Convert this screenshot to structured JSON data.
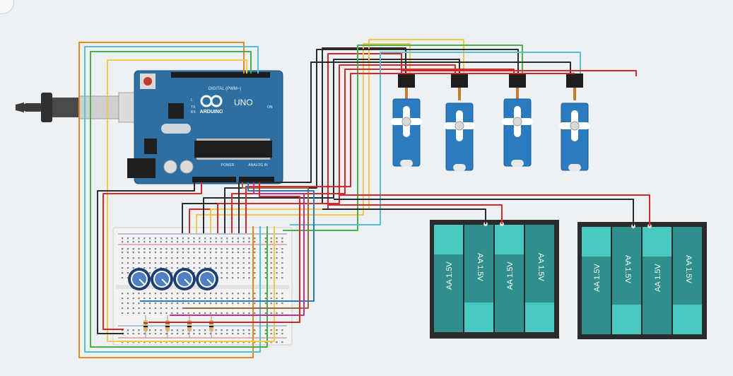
{
  "arduino": {
    "brand": "ARDUINO",
    "model": "UNO",
    "header_digital": "DIGITAL (PWM~)",
    "header_power": "POWER",
    "header_analog": "ANALOG IN",
    "label_on": "ON",
    "label_tx": "TX",
    "label_rx": "RX",
    "label_l": "L"
  },
  "batteries": {
    "cell_label": "AA 1.5V",
    "packs": [
      {
        "cells": [
          "AA 1.5V",
          "AA 1.5V",
          "AA 1.5V",
          "AA 1.5V"
        ]
      },
      {
        "cells": [
          "AA 1.5V",
          "AA 1.5V",
          "AA 1.5V",
          "AA 1.5V"
        ]
      }
    ]
  },
  "servos": {
    "count": 4
  },
  "potentiometers": {
    "count": 4
  },
  "resistors": {
    "count": 4
  },
  "colors": {
    "background": "#eef1f4",
    "arduino_board": "#2d6ea3",
    "servo_body": "#2a7bc0",
    "battery_cell": "#2f8f8c",
    "battery_cap": "#48c7c3",
    "wire_red": "#d42a2a",
    "wire_black": "#2b2b2b",
    "wire_orange": "#e6891d",
    "wire_cyan": "#57c1d2",
    "wire_green": "#46b34a",
    "wire_yellow": "#f2c94c",
    "wire_brown": "#9b6a3a",
    "wire_magenta": "#c2308f",
    "wire_blue": "#2a7bc0"
  }
}
